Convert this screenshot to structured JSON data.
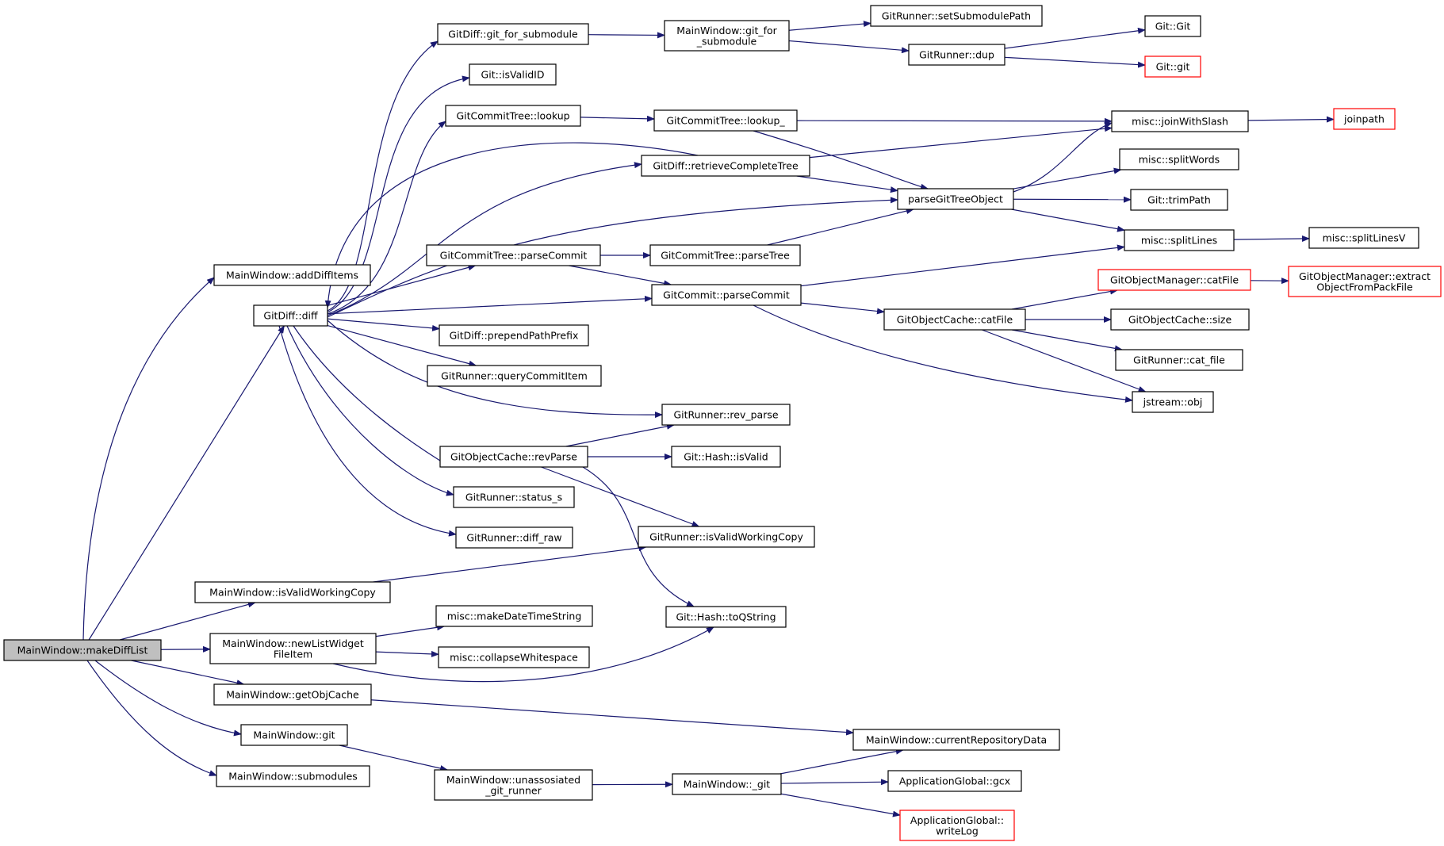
{
  "graph": {
    "colors": {
      "edge": "#191970",
      "root_fill": "#bfbfbf",
      "node_fill": "#ffffff",
      "node_border": "#000000",
      "truncated_border": "#ff0000"
    },
    "nodes": [
      {
        "id": "makeDiffList",
        "label": [
          "MainWindow::makeDiffList"
        ],
        "root": true
      },
      {
        "id": "addDiffItems",
        "label": [
          "MainWindow::addDiffItems"
        ]
      },
      {
        "id": "diff",
        "label": [
          "GitDiff::diff"
        ]
      },
      {
        "id": "isValidWorkingCopyMW",
        "label": [
          "MainWindow::isValidWorkingCopy"
        ]
      },
      {
        "id": "newListWidgetFileItem",
        "label": [
          "MainWindow::newListWidget",
          "FileItem"
        ]
      },
      {
        "id": "getObjCache",
        "label": [
          "MainWindow::getObjCache"
        ]
      },
      {
        "id": "mwgit",
        "label": [
          "MainWindow::git"
        ]
      },
      {
        "id": "submodules",
        "label": [
          "MainWindow::submodules"
        ]
      },
      {
        "id": "gitForSubmoduleGD",
        "label": [
          "GitDiff::git_for_submodule"
        ]
      },
      {
        "id": "isValidID",
        "label": [
          "Git::isValidID"
        ]
      },
      {
        "id": "ctLookup",
        "label": [
          "GitCommitTree::lookup"
        ]
      },
      {
        "id": "ctParseCommit",
        "label": [
          "GitCommitTree::parseCommit"
        ]
      },
      {
        "id": "prependPathPrefix",
        "label": [
          "GitDiff::prependPathPrefix"
        ]
      },
      {
        "id": "queryCommitItem",
        "label": [
          "GitRunner::queryCommitItem"
        ]
      },
      {
        "id": "ocRevParse",
        "label": [
          "GitObjectCache::revParse"
        ]
      },
      {
        "id": "statusS",
        "label": [
          "GitRunner::status_s"
        ]
      },
      {
        "id": "diffRaw",
        "label": [
          "GitRunner::diff_raw"
        ]
      },
      {
        "id": "makeDateTimeString",
        "label": [
          "misc::makeDateTimeString"
        ]
      },
      {
        "id": "collapseWhitespace",
        "label": [
          "misc::collapseWhitespace"
        ]
      },
      {
        "id": "unassosiated",
        "label": [
          "MainWindow::unassosiated",
          "_git_runner"
        ]
      },
      {
        "id": "gitForSubmoduleMW",
        "label": [
          "MainWindow::git_for",
          "_submodule"
        ]
      },
      {
        "id": "ctLookupU",
        "label": [
          "GitCommitTree::lookup_"
        ]
      },
      {
        "id": "retrieveCompleteTree",
        "label": [
          "GitDiff::retrieveCompleteTree"
        ]
      },
      {
        "id": "ctParseTree",
        "label": [
          "GitCommitTree::parseTree"
        ]
      },
      {
        "id": "gcParseCommit",
        "label": [
          "GitCommit::parseCommit"
        ]
      },
      {
        "id": "revParseGR",
        "label": [
          "GitRunner::rev_parse"
        ]
      },
      {
        "id": "hashIsValid",
        "label": [
          "Git::Hash::isValid"
        ]
      },
      {
        "id": "isValidWorkingCopyGR",
        "label": [
          "GitRunner::isValidWorkingCopy"
        ]
      },
      {
        "id": "toQString",
        "label": [
          "Git::Hash::toQString"
        ]
      },
      {
        "id": "mwUnderGit",
        "label": [
          "MainWindow::_git"
        ]
      },
      {
        "id": "setSubmodulePath",
        "label": [
          "GitRunner::setSubmodulePath"
        ]
      },
      {
        "id": "dup",
        "label": [
          "GitRunner::dup"
        ]
      },
      {
        "id": "parseGitTreeObject",
        "label": [
          "parseGitTreeObject"
        ]
      },
      {
        "id": "ocCatFile",
        "label": [
          "GitObjectCache::catFile"
        ]
      },
      {
        "id": "currentRepositoryData",
        "label": [
          "MainWindow::currentRepositoryData"
        ]
      },
      {
        "id": "gcx",
        "label": [
          "ApplicationGlobal::gcx"
        ]
      },
      {
        "id": "writeLog",
        "label": [
          "ApplicationGlobal::",
          "writeLog"
        ],
        "truncated": true
      },
      {
        "id": "gitGit",
        "label": [
          "Git::Git"
        ]
      },
      {
        "id": "gitLower",
        "label": [
          "Git::git"
        ],
        "truncated": true
      },
      {
        "id": "joinWithSlash",
        "label": [
          "misc::joinWithSlash"
        ]
      },
      {
        "id": "splitWords",
        "label": [
          "misc::splitWords"
        ]
      },
      {
        "id": "trimPath",
        "label": [
          "Git::trimPath"
        ]
      },
      {
        "id": "splitLines",
        "label": [
          "misc::splitLines"
        ]
      },
      {
        "id": "omCatFile",
        "label": [
          "GitObjectManager::catFile"
        ],
        "truncated": true
      },
      {
        "id": "ocSize",
        "label": [
          "GitObjectCache::size"
        ]
      },
      {
        "id": "catFileGR",
        "label": [
          "GitRunner::cat_file"
        ]
      },
      {
        "id": "jstreamObj",
        "label": [
          "jstream::obj"
        ]
      },
      {
        "id": "joinpath",
        "label": [
          "joinpath"
        ],
        "truncated": true
      },
      {
        "id": "splitLinesV",
        "label": [
          "misc::splitLinesV"
        ]
      },
      {
        "id": "extractObject",
        "label": [
          "GitObjectManager::extract",
          "ObjectFromPackFile"
        ],
        "truncated": true
      }
    ],
    "edges": [
      [
        "makeDiffList",
        "addDiffItems"
      ],
      [
        "makeDiffList",
        "diff"
      ],
      [
        "makeDiffList",
        "isValidWorkingCopyMW"
      ],
      [
        "makeDiffList",
        "newListWidgetFileItem"
      ],
      [
        "makeDiffList",
        "getObjCache"
      ],
      [
        "makeDiffList",
        "mwgit"
      ],
      [
        "makeDiffList",
        "submodules"
      ],
      [
        "diff",
        "gitForSubmoduleGD"
      ],
      [
        "diff",
        "isValidID"
      ],
      [
        "diff",
        "ctLookup"
      ],
      [
        "diff",
        "retrieveCompleteTree"
      ],
      [
        "diff",
        "parseGitTreeObject"
      ],
      [
        "diff",
        "ctParseCommit"
      ],
      [
        "diff",
        "gcParseCommit"
      ],
      [
        "diff",
        "prependPathPrefix"
      ],
      [
        "diff",
        "queryCommitItem"
      ],
      [
        "diff",
        "revParseGR"
      ],
      [
        "diff",
        "ocRevParse"
      ],
      [
        "diff",
        "statusS"
      ],
      [
        "diff",
        "diffRaw"
      ],
      [
        "retrieveCompleteTree",
        "diff"
      ],
      [
        "retrieveCompleteTree",
        "joinWithSlash"
      ],
      [
        "retrieveCompleteTree",
        "parseGitTreeObject"
      ],
      [
        "gitForSubmoduleGD",
        "gitForSubmoduleMW"
      ],
      [
        "gitForSubmoduleMW",
        "setSubmodulePath"
      ],
      [
        "gitForSubmoduleMW",
        "dup"
      ],
      [
        "dup",
        "gitGit"
      ],
      [
        "dup",
        "gitLower"
      ],
      [
        "ctLookup",
        "ctLookupU"
      ],
      [
        "ctLookupU",
        "joinWithSlash"
      ],
      [
        "ctLookupU",
        "parseGitTreeObject"
      ],
      [
        "ctParseCommit",
        "ctParseTree"
      ],
      [
        "ctParseCommit",
        "gcParseCommit"
      ],
      [
        "ctParseTree",
        "parseGitTreeObject"
      ],
      [
        "gcParseCommit",
        "splitLines"
      ],
      [
        "gcParseCommit",
        "ocCatFile"
      ],
      [
        "gcParseCommit",
        "jstreamObj"
      ],
      [
        "parseGitTreeObject",
        "joinWithSlash"
      ],
      [
        "parseGitTreeObject",
        "splitWords"
      ],
      [
        "parseGitTreeObject",
        "trimPath"
      ],
      [
        "parseGitTreeObject",
        "splitLines"
      ],
      [
        "joinWithSlash",
        "joinpath"
      ],
      [
        "splitLines",
        "splitLinesV"
      ],
      [
        "ocCatFile",
        "omCatFile"
      ],
      [
        "ocCatFile",
        "ocSize"
      ],
      [
        "ocCatFile",
        "catFileGR"
      ],
      [
        "ocCatFile",
        "jstreamObj"
      ],
      [
        "omCatFile",
        "extractObject"
      ],
      [
        "ocRevParse",
        "revParseGR"
      ],
      [
        "ocRevParse",
        "hashIsValid"
      ],
      [
        "ocRevParse",
        "isValidWorkingCopyGR"
      ],
      [
        "ocRevParse",
        "toQString"
      ],
      [
        "isValidWorkingCopyMW",
        "isValidWorkingCopyGR"
      ],
      [
        "newListWidgetFileItem",
        "makeDateTimeString"
      ],
      [
        "newListWidgetFileItem",
        "collapseWhitespace"
      ],
      [
        "newListWidgetFileItem",
        "toQString"
      ],
      [
        "getObjCache",
        "currentRepositoryData"
      ],
      [
        "mwgit",
        "unassosiated"
      ],
      [
        "unassosiated",
        "mwUnderGit"
      ],
      [
        "mwUnderGit",
        "currentRepositoryData"
      ],
      [
        "mwUnderGit",
        "gcx"
      ],
      [
        "mwUnderGit",
        "writeLog"
      ]
    ]
  }
}
